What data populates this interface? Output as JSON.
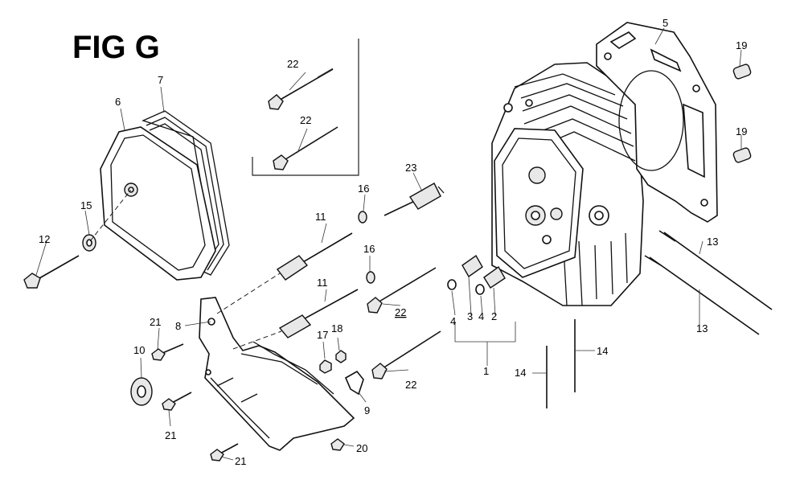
{
  "figure": {
    "title": "FIG G"
  },
  "callouts": {
    "c1": "1",
    "c2": "2",
    "c3": "3",
    "c4a": "4",
    "c4b": "4",
    "c5": "5",
    "c6": "6",
    "c7": "7",
    "c8": "8",
    "c9": "9",
    "c10": "10",
    "c11a": "11",
    "c11b": "11",
    "c12": "12",
    "c13a": "13",
    "c13b": "13",
    "c14a": "14",
    "c14b": "14",
    "c15": "15",
    "c16a": "16",
    "c16b": "16",
    "c17": "17",
    "c18": "18",
    "c19a": "19",
    "c19b": "19",
    "c20": "20",
    "c21a": "21",
    "c21b": "21",
    "c21c": "21",
    "c22a": "22",
    "c22b": "22",
    "c22c": "22",
    "c22d": "22",
    "c23": "23"
  }
}
